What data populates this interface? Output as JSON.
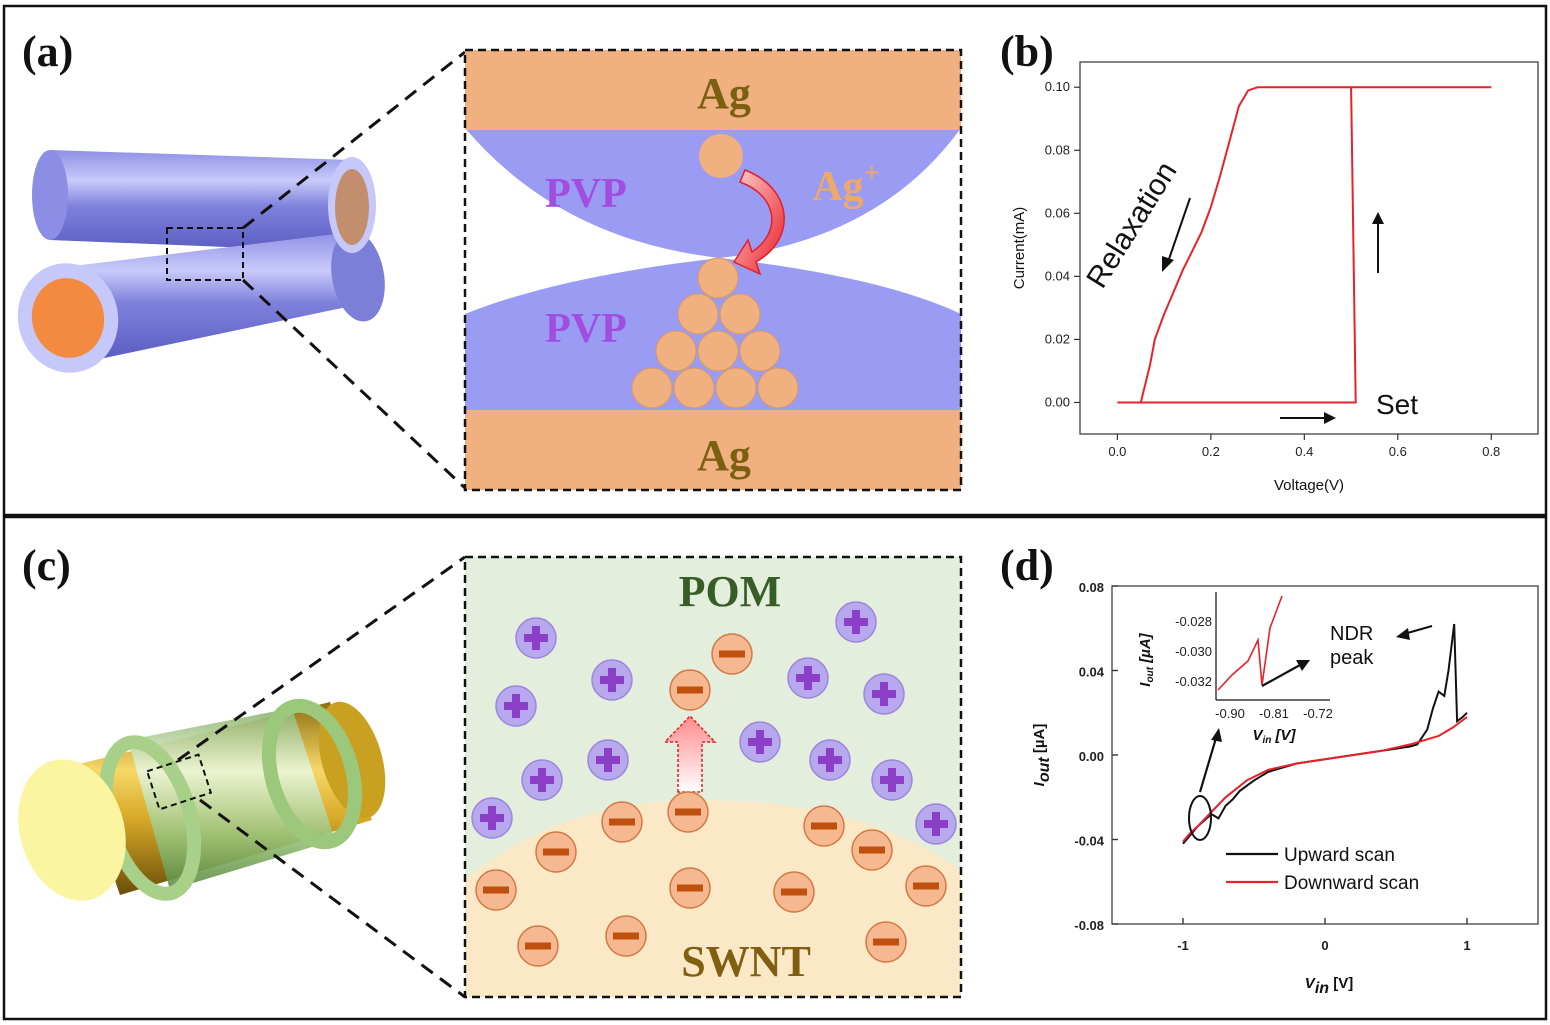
{
  "panels": {
    "a": {
      "letter": "(a)",
      "top_electrode": "Ag",
      "bottom_electrode": "Ag",
      "upper_layer": "PVP",
      "lower_layer": "PVP",
      "ion_label": "Ag",
      "ion_sup": "+"
    },
    "b": {
      "letter": "(b)",
      "annotations": {
        "relaxation": "Relaxation",
        "set": "Set"
      }
    },
    "c": {
      "letter": "(c)",
      "top_material": "POM",
      "bottom_material": "SWNT"
    },
    "d": {
      "letter": "(d)",
      "annotations": {
        "ndr": "NDR",
        "peak": "peak"
      },
      "inset_x_ticks": [
        "-0.90",
        "-0.81",
        "-0.72"
      ],
      "inset_y_ticks": [
        "-0.028",
        "-0.030",
        "-0.032"
      ]
    }
  },
  "colors": {
    "silver": "#f0b080",
    "pvp": "#9a9cf4",
    "pvp_text": "#a04de0",
    "ion_text": "#f0a868",
    "pom_bg": "#e4eedd",
    "swnt_bg": "#fbe8c6",
    "pom_text": "#385e28",
    "swnt_text": "#806010",
    "plus_fill": "#b8a8ee",
    "plus_mark": "#8a3fc6",
    "minus_fill": "#f6b890",
    "minus_mark": "#c0500e",
    "curve_red": "#e8222a",
    "curve_black": "#111111"
  },
  "chart_data": [
    {
      "type": "line",
      "panel": "b",
      "xlabel": "Voltage(V)",
      "ylabel": "Current(mA)",
      "xlim": [
        -0.08,
        0.9
      ],
      "ylim": [
        -0.01,
        0.108
      ],
      "x_ticks": [
        "0.0",
        "0.2",
        "0.4",
        "0.6",
        "0.8"
      ],
      "y_ticks": [
        "0.00",
        "0.02",
        "0.04",
        "0.06",
        "0.08",
        "0.10"
      ],
      "grid": false,
      "series": [
        {
          "color": "#e8222a",
          "points": [
            [
              0.0,
              0.0
            ],
            [
              0.05,
              0.0
            ],
            [
              0.07,
              0.012
            ],
            [
              0.08,
              0.02
            ],
            [
              0.1,
              0.028
            ],
            [
              0.12,
              0.035
            ],
            [
              0.14,
              0.042
            ],
            [
              0.16,
              0.048
            ],
            [
              0.18,
              0.054
            ],
            [
              0.2,
              0.062
            ],
            [
              0.22,
              0.072
            ],
            [
              0.24,
              0.083
            ],
            [
              0.26,
              0.094
            ],
            [
              0.28,
              0.099
            ],
            [
              0.3,
              0.1
            ],
            [
              0.8,
              0.1
            ],
            [
              0.5,
              0.1
            ],
            [
              0.505,
              0.05
            ],
            [
              0.51,
              0.0
            ],
            [
              0.0,
              0.0
            ]
          ]
        }
      ]
    },
    {
      "type": "line",
      "panel": "d",
      "xlabel": "Vin [V]",
      "ylabel": "Iout [µA]",
      "xlim": [
        -1.5,
        1.5
      ],
      "ylim": [
        -0.08,
        0.08
      ],
      "x_ticks": [
        "-1",
        "0",
        "1"
      ],
      "y_ticks": [
        "0.08",
        "0.04",
        "0.00",
        "-0.04",
        "-0.08"
      ],
      "grid": false,
      "legend": "bottom-center",
      "series": [
        {
          "name": "Upward scan",
          "color": "#111111",
          "points": [
            [
              -1.0,
              -0.042
            ],
            [
              -0.95,
              -0.038
            ],
            [
              -0.9,
              -0.034
            ],
            [
              -0.85,
              -0.031
            ],
            [
              -0.8,
              -0.028
            ],
            [
              -0.75,
              -0.03
            ],
            [
              -0.7,
              -0.024
            ],
            [
              -0.65,
              -0.021
            ],
            [
              -0.6,
              -0.017
            ],
            [
              -0.5,
              -0.012
            ],
            [
              -0.4,
              -0.008
            ],
            [
              -0.3,
              -0.006
            ],
            [
              -0.2,
              -0.004
            ],
            [
              0.0,
              -0.002
            ],
            [
              0.2,
              0.0
            ],
            [
              0.4,
              0.002
            ],
            [
              0.6,
              0.004
            ],
            [
              0.65,
              0.005
            ],
            [
              0.72,
              0.012
            ],
            [
              0.76,
              0.022
            ],
            [
              0.8,
              0.03
            ],
            [
              0.84,
              0.028
            ],
            [
              0.87,
              0.04
            ],
            [
              0.91,
              0.062
            ],
            [
              0.93,
              0.016
            ],
            [
              0.97,
              0.018
            ],
            [
              1.0,
              0.02
            ]
          ]
        },
        {
          "name": "Downward scan",
          "color": "#e8222a",
          "points": [
            [
              1.0,
              0.018
            ],
            [
              0.9,
              0.013
            ],
            [
              0.8,
              0.009
            ],
            [
              0.6,
              0.005
            ],
            [
              0.4,
              0.002
            ],
            [
              0.2,
              0.0
            ],
            [
              0.0,
              -0.002
            ],
            [
              -0.2,
              -0.004
            ],
            [
              -0.4,
              -0.007
            ],
            [
              -0.55,
              -0.012
            ],
            [
              -0.7,
              -0.02
            ],
            [
              -0.8,
              -0.027
            ],
            [
              -0.9,
              -0.034
            ],
            [
              -0.95,
              -0.037
            ],
            [
              -1.0,
              -0.041
            ]
          ]
        }
      ]
    }
  ]
}
